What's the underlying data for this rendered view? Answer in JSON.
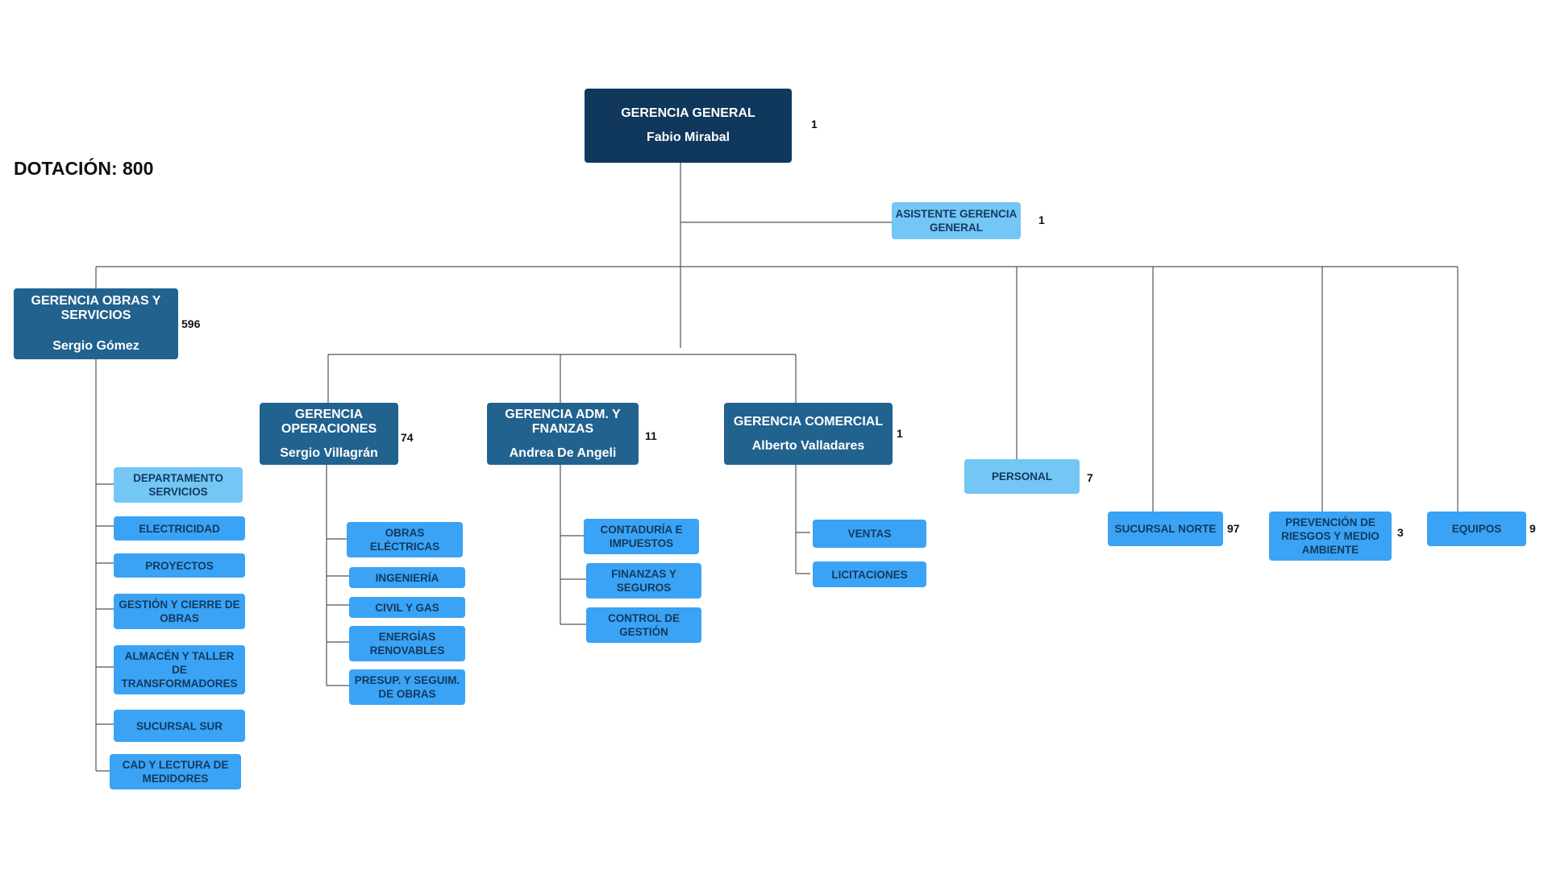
{
  "dotacion": "DOTACIÓN: 800",
  "gerencia_general": {
    "title": "GERENCIA GENERAL",
    "person": "Fabio Mirabal",
    "count": "1"
  },
  "asistente": {
    "title": "ASISTENTE GERENCIA GENERAL",
    "count": "1"
  },
  "obras_servicios": {
    "title": "GERENCIA OBRAS Y SERVICIOS",
    "person": "Sergio Gómez",
    "count": "596",
    "units": [
      "DEPARTAMENTO SERVICIOS",
      "ELECTRICIDAD",
      "PROYECTOS",
      "GESTIÓN Y CIERRE DE OBRAS",
      "ALMACÉN Y TALLER DE TRANSFORMADORES",
      "SUCURSAL SUR",
      "CAD Y LECTURA DE MEDIDORES"
    ]
  },
  "operaciones": {
    "title": "GERENCIA OPERACIONES",
    "person": "Sergio Villagrán",
    "count": "74",
    "units": [
      "OBRAS ELÉCTRICAS",
      "INGENIERÍA",
      "CIVIL Y GAS",
      "ENERGÍAS RENOVABLES",
      "PRESUP. Y SEGUIM. DE OBRAS"
    ]
  },
  "adm_finanzas": {
    "title": "GERENCIA ADM. Y FNANZAS",
    "person": "Andrea De Angeli",
    "count": "11",
    "units": [
      "CONTADURÍA E IMPUESTOS",
      "FINANZAS Y SEGUROS",
      "CONTROL DE GESTIÓN"
    ]
  },
  "comercial": {
    "title": "GERENCIA COMERCIAL",
    "person": "Alberto Valladares",
    "count": "1",
    "units": [
      "VENTAS",
      "LICITACIONES"
    ]
  },
  "personal": {
    "title": "PERSONAL",
    "count": "7"
  },
  "sucursal_norte": {
    "title": "SUCURSAL NORTE",
    "count": "97"
  },
  "prevencion": {
    "title": "PREVENCIÓN DE RIESGOS Y MEDIO AMBIENTE",
    "count": "3"
  },
  "equipos": {
    "title": "EQUIPOS",
    "count": "9"
  },
  "colors": {
    "dark": "#10375c",
    "mid": "#21628f",
    "leaf": "#3aa3f5",
    "light": "#74c6f5",
    "line": "#555555"
  }
}
